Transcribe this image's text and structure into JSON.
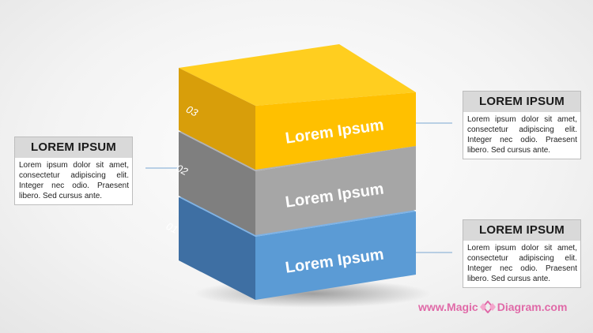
{
  "colors": {
    "top_front": "#ffc000",
    "top_side": "#d89e0a",
    "top_face": "#ffce1f",
    "mid_front": "#a6a6a6",
    "mid_side": "#7f7f7f",
    "mid_face": "#b3b3b3",
    "bot_front": "#5b9bd5",
    "bot_side": "#3e6fa3",
    "bot_face": "#7fb3e6",
    "connector": "#7aa7d2",
    "watermark": "#e06aa8"
  },
  "layers": [
    {
      "number": "03",
      "label": "Lorem Ipsum"
    },
    {
      "number": "02",
      "label": "Lorem Ipsum"
    },
    {
      "number": "01",
      "label": "Lorem Ipsum"
    }
  ],
  "callouts": {
    "top_right": {
      "title": "LOREM IPSUM",
      "body": "Lorem ipsum dolor sit amet, consectetur adipiscing elit. Integer nec odio. Praesent libero. Sed cursus ante."
    },
    "left": {
      "title": "LOREM IPSUM",
      "body": "Lorem ipsum dolor sit amet, consectetur adipiscing elit. Integer nec odio. Praesent libero. Sed cursus ante."
    },
    "bottom_right": {
      "title": "LOREM IPSUM",
      "body": "Lorem ipsum dolor sit amet, consectetur adipiscing elit. Integer nec odio. Praesent libero. Sed cursus ante."
    }
  },
  "watermark": {
    "prefix": "www.Magic",
    "suffix": "Diagram.com",
    "icon": "magic-diagram-logo-icon"
  }
}
